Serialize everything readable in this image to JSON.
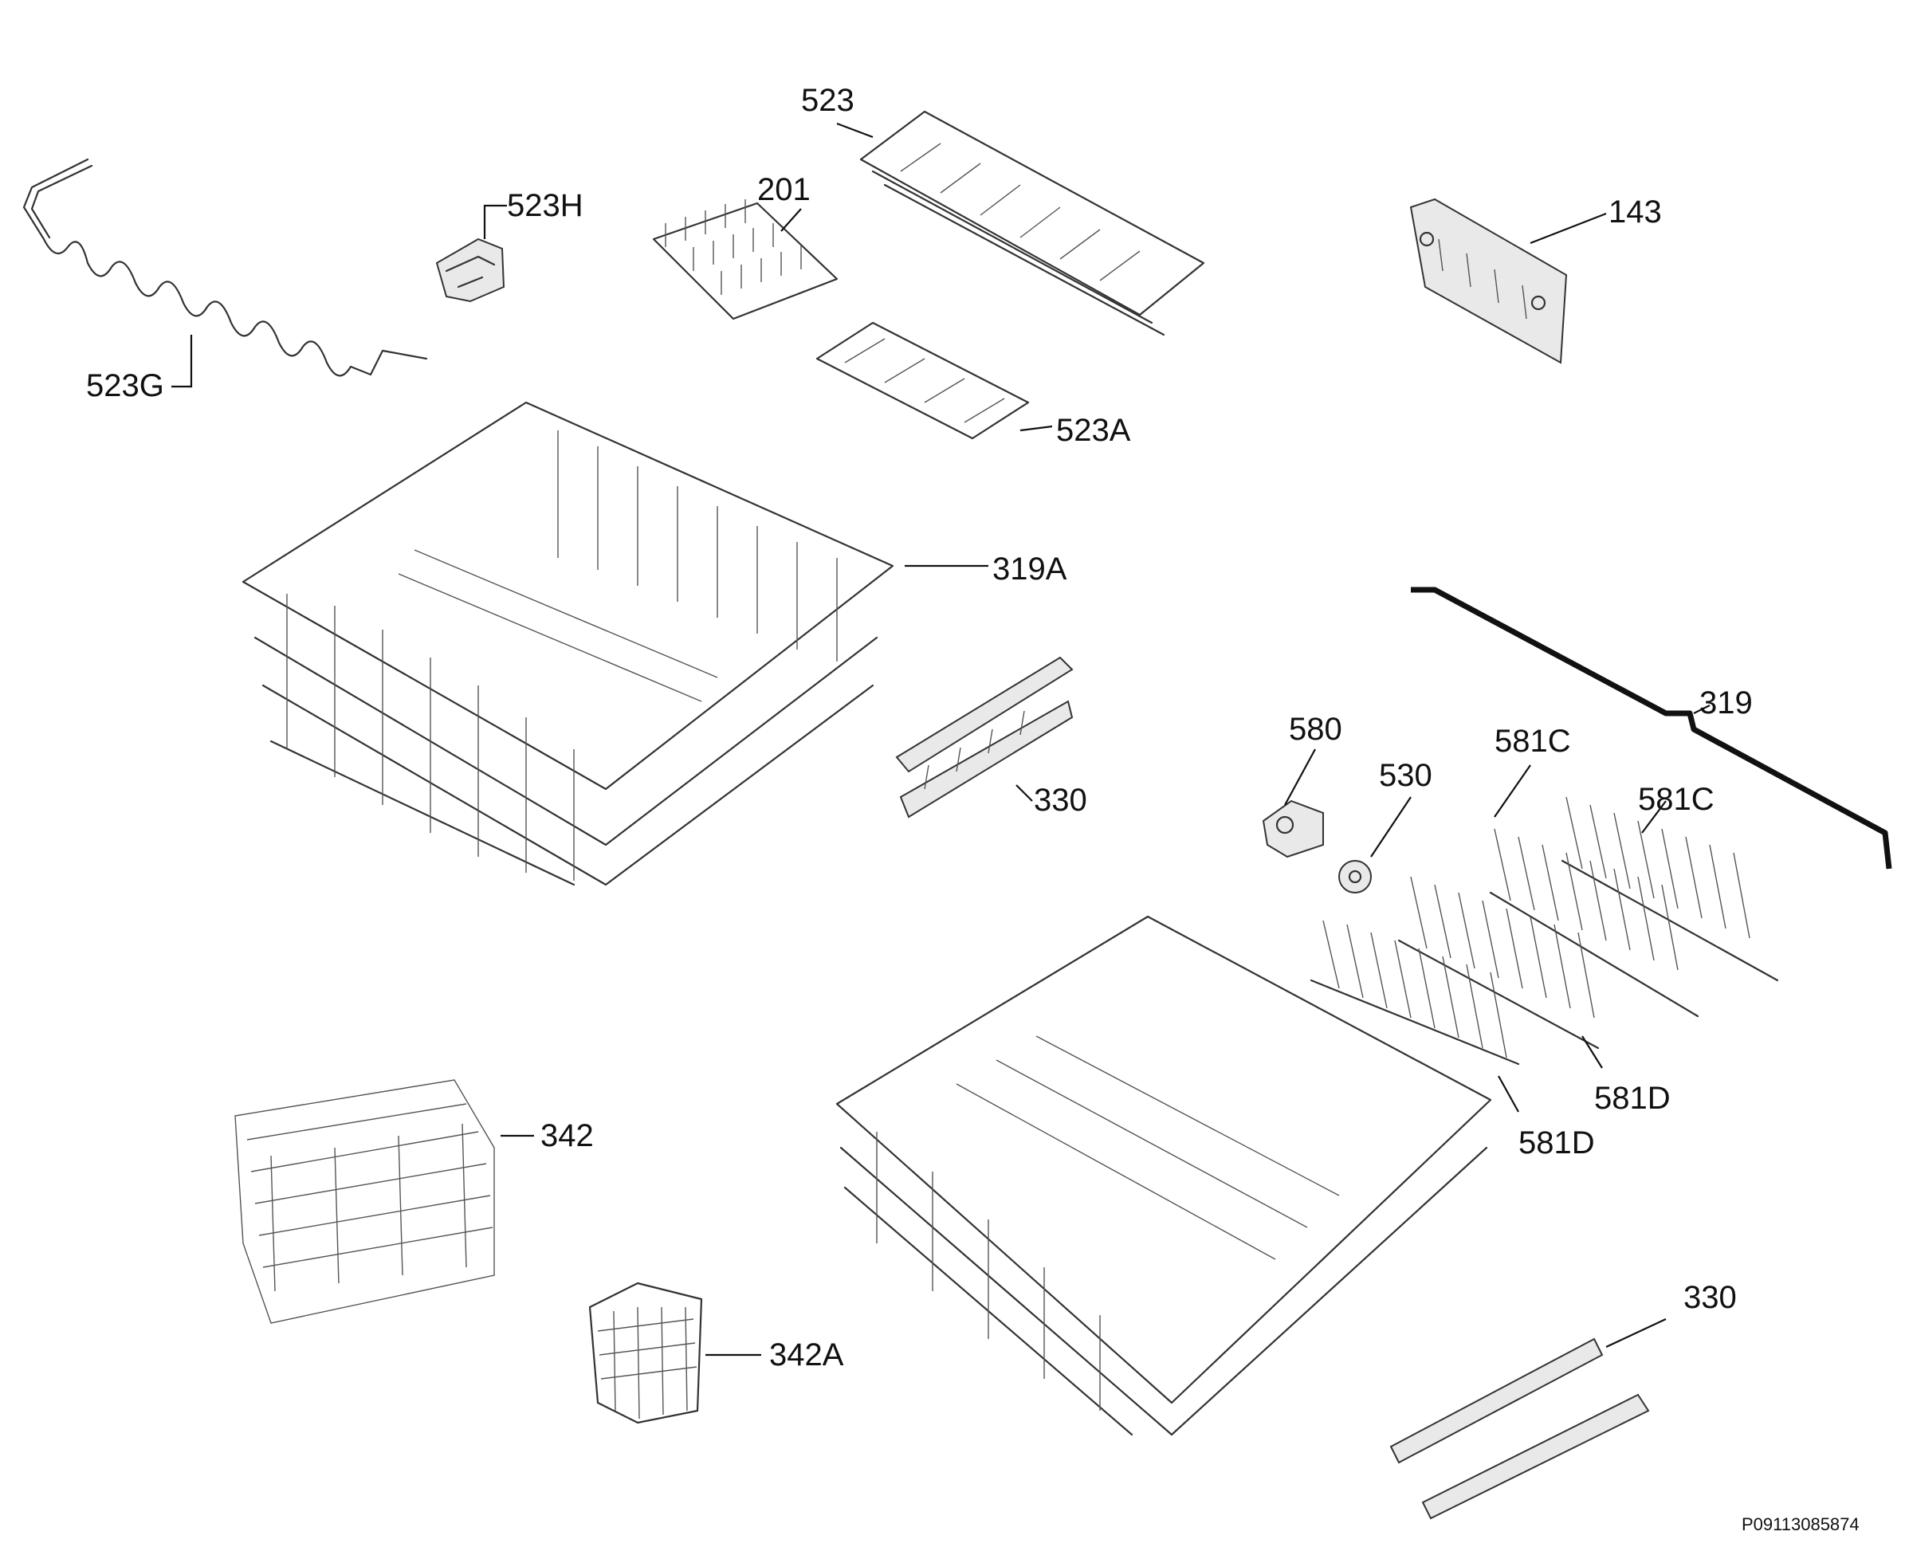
{
  "diagram": {
    "labels": {
      "p523": "523",
      "p523H": "523H",
      "p201": "201",
      "p143": "143",
      "p523G": "523G",
      "p523A": "523A",
      "p319A": "319A",
      "p319": "319",
      "p330_top": "330",
      "p580": "580",
      "p530": "530",
      "p581C_left": "581C",
      "p581C_right": "581C",
      "p342": "342",
      "p581D_right": "581D",
      "p581D_left": "581D",
      "p330_bottom": "330",
      "p342A": "342A"
    },
    "image_id": "P09113085874"
  },
  "colors": {
    "line": "#333333",
    "text": "#111111",
    "background": "#ffffff"
  }
}
